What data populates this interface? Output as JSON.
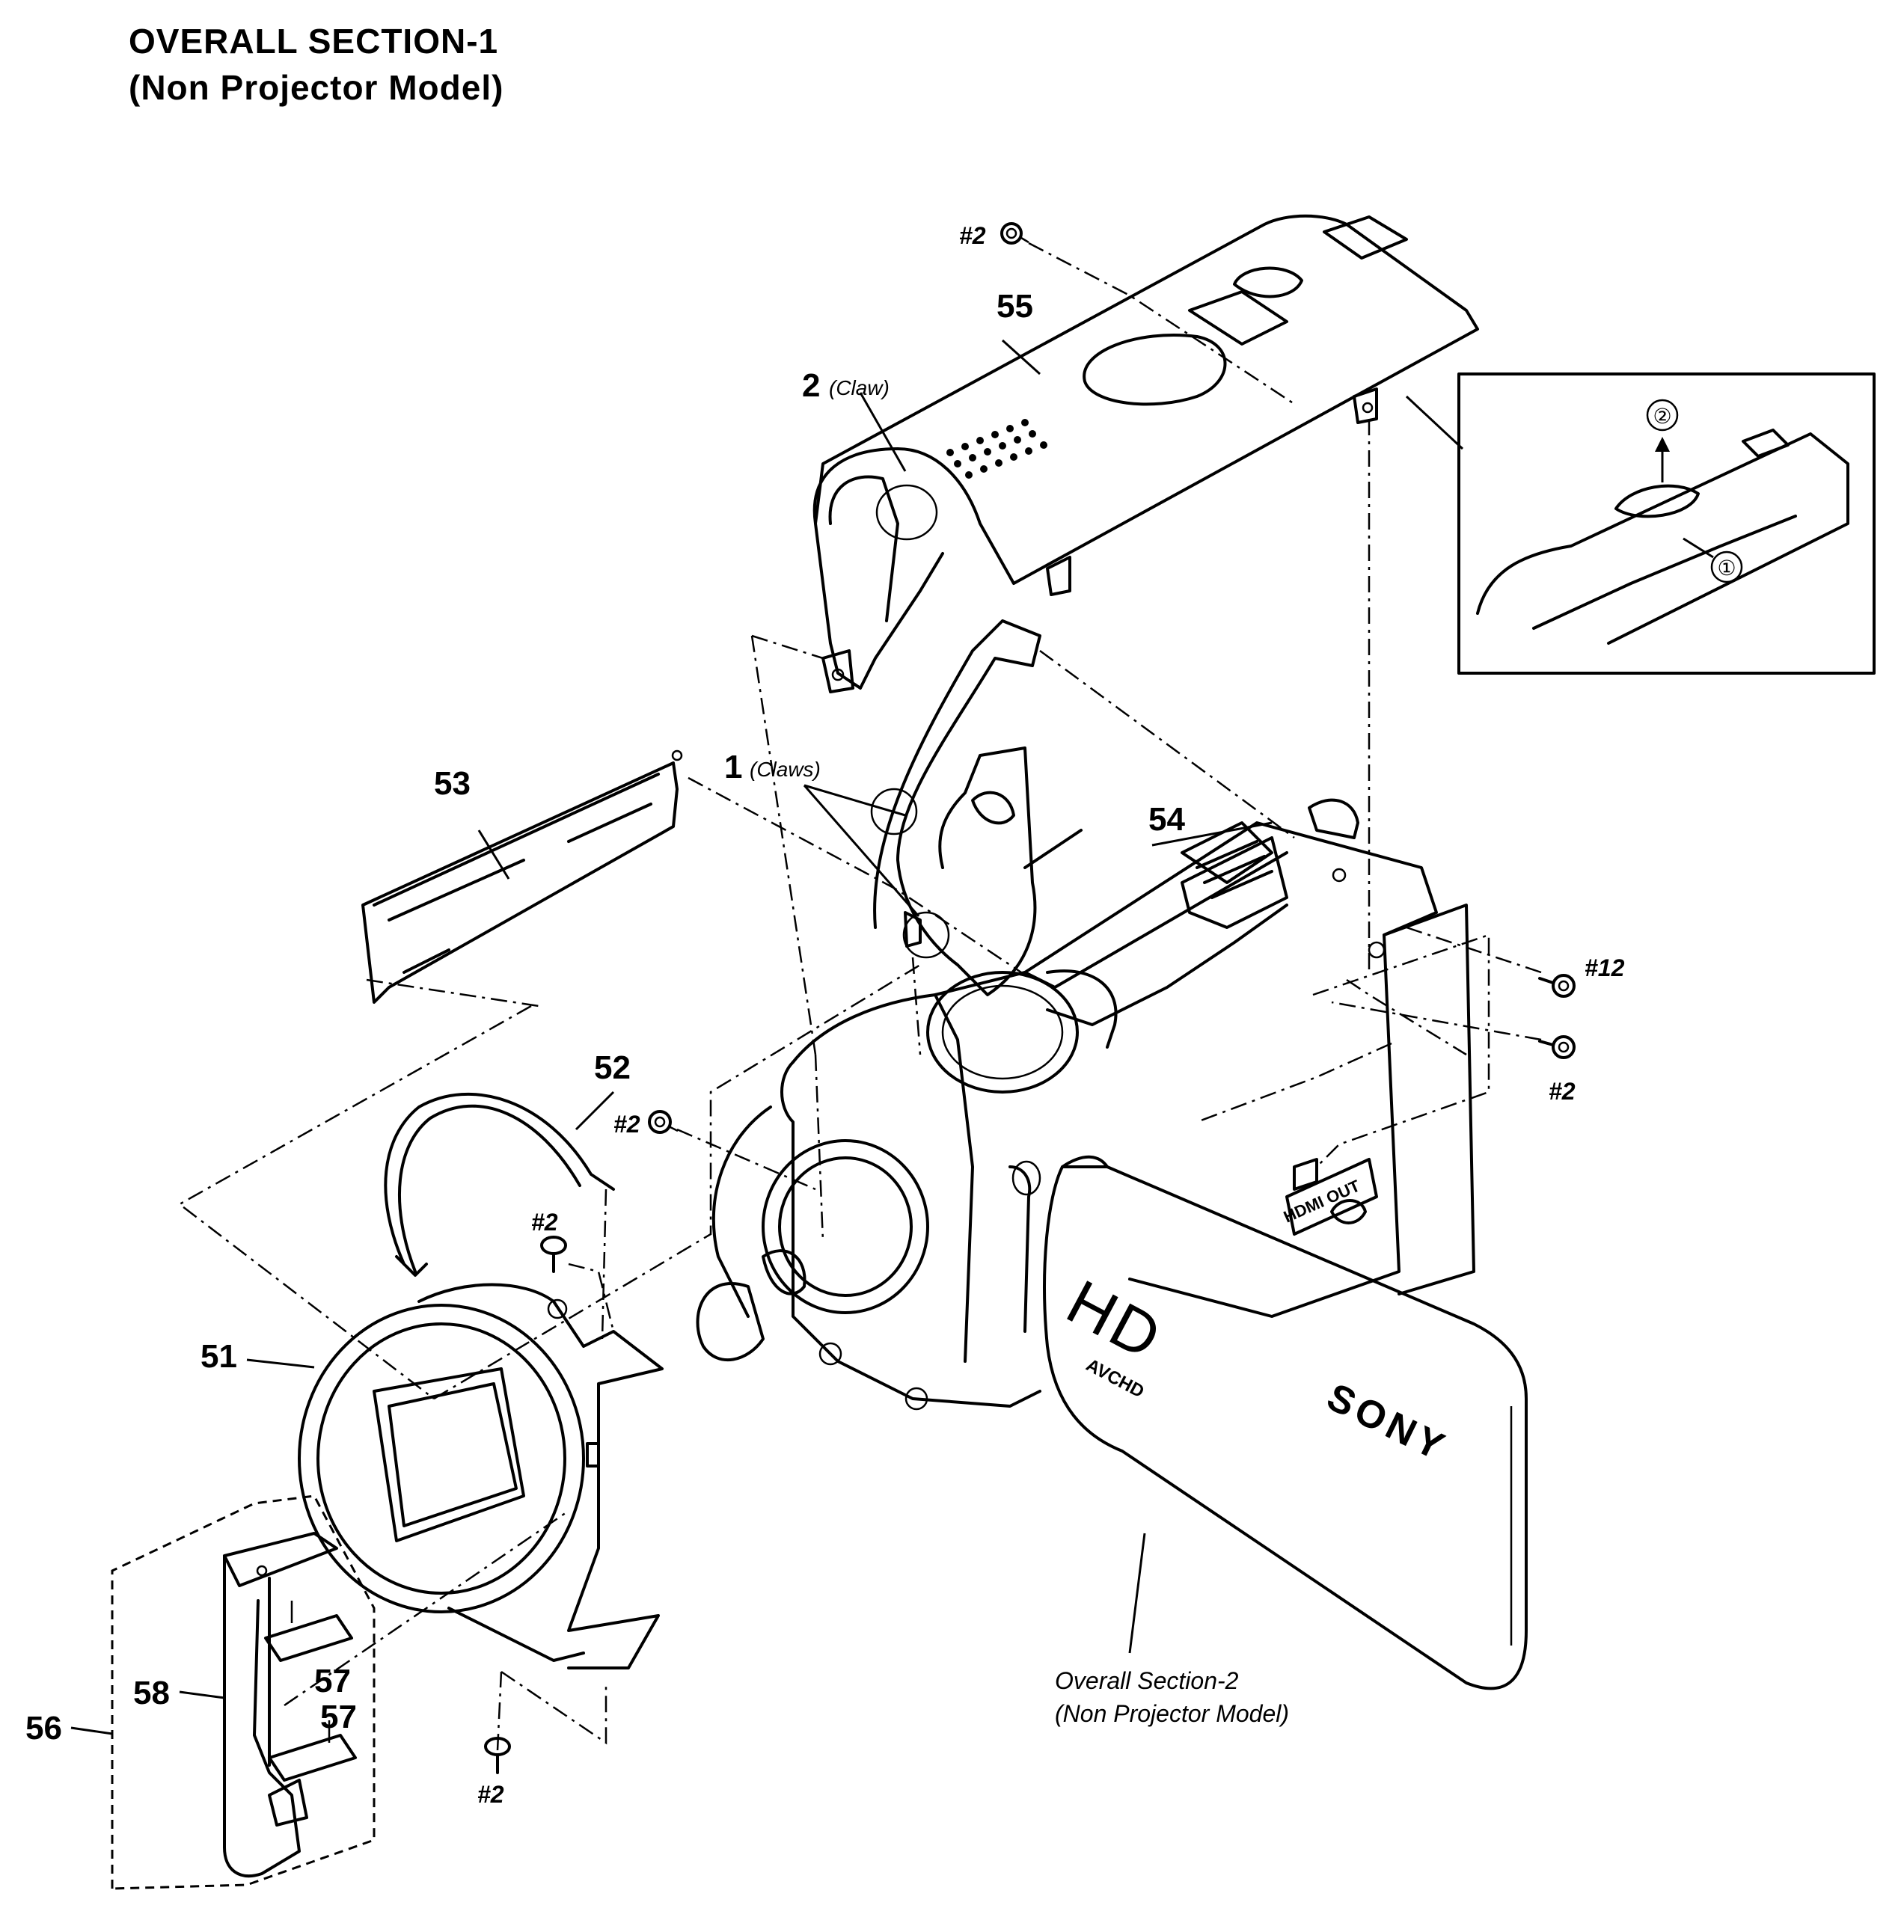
{
  "header": {
    "title": "OVERALL SECTION-1",
    "subtitle": "(Non Projector Model)"
  },
  "part_numbers": {
    "p51": "51",
    "p52": "52",
    "p53": "53",
    "p54": "54",
    "p55": "55",
    "p56": "56",
    "p57a": "57",
    "p57b": "57",
    "p58": "58"
  },
  "screws": {
    "s_top": "#2",
    "s_right12": "#12",
    "s_right2": "#2",
    "s_left": "#2",
    "s_ring": "#2",
    "s_bottom": "#2"
  },
  "notes": {
    "claw_num": "2",
    "claw_label": "(Claw)",
    "claws_num": "1",
    "claws_label": "(Claws)",
    "inset_step1": "①",
    "inset_step2": "②"
  },
  "reference": {
    "line1": "Overall Section-2",
    "line2": "(Non Projector Model)"
  },
  "brand": {
    "lcd_logo": "SONY",
    "hd_mark": "HD",
    "avchd_mark": "AVCHD",
    "port_label": "HDMI OUT"
  }
}
